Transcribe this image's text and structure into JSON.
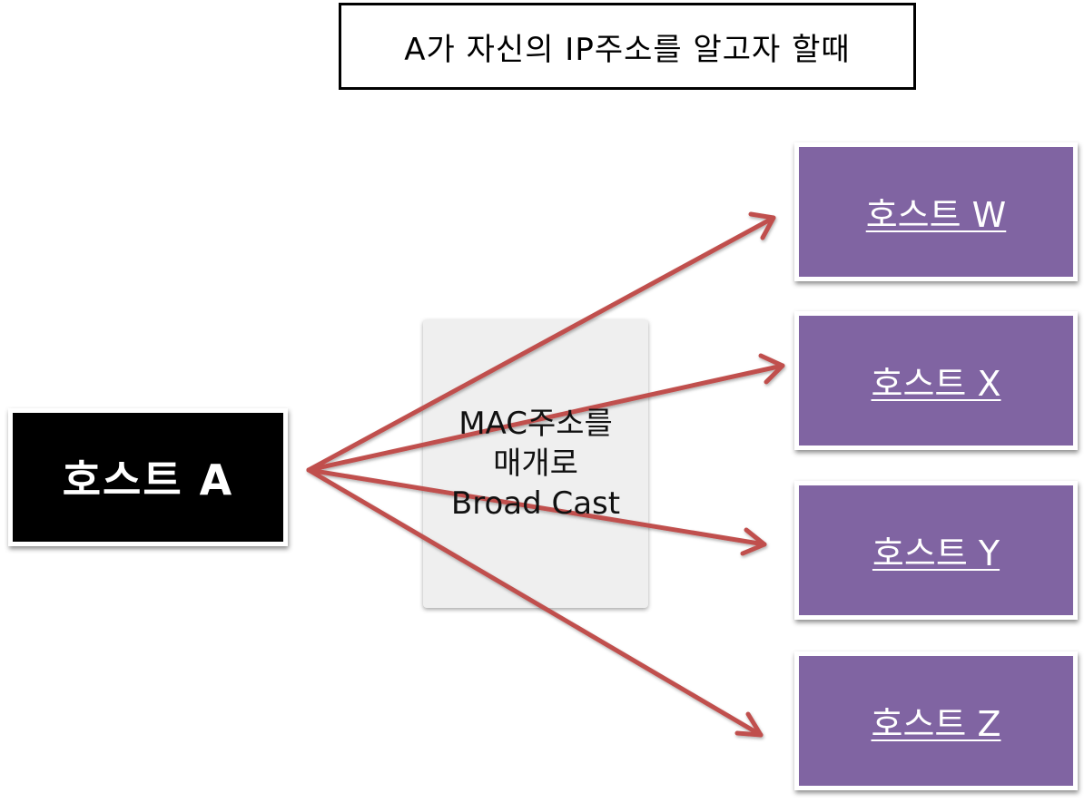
{
  "title": "A가 자신의 IP주소를 알고자 할때",
  "source": {
    "label": "호스트 A"
  },
  "medium": {
    "lines": [
      "MAC주소를",
      "매개로",
      "Broad Cast"
    ]
  },
  "targets": [
    {
      "label": "호스트 W"
    },
    {
      "label": "호스트 X"
    },
    {
      "label": "호스트 Y"
    },
    {
      "label": "호스트 Z"
    }
  ],
  "colors": {
    "host_a_fill": "#000000",
    "host_fill": "#8064a2",
    "arrow": "#c0504d",
    "medium_fill": "#efefef"
  }
}
